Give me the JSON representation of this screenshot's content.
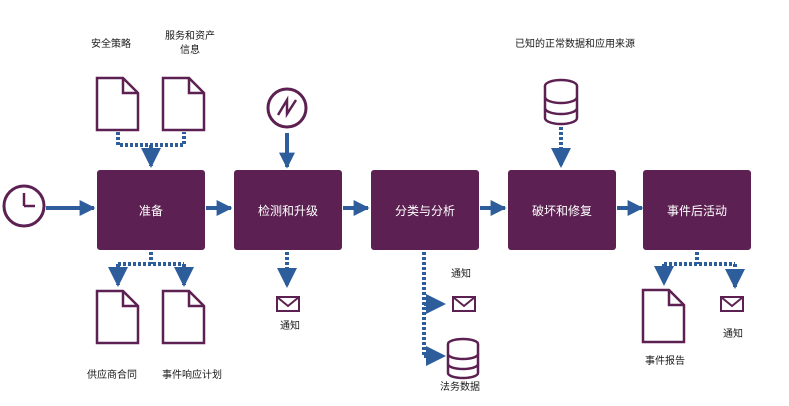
{
  "stages": [
    {
      "id": "prepare",
      "label": "准备"
    },
    {
      "id": "detect",
      "label": "检测和升级"
    },
    {
      "id": "analyze",
      "label": "分类与分析"
    },
    {
      "id": "contain",
      "label": "破坏和修复"
    },
    {
      "id": "post",
      "label": "事件后活动"
    }
  ],
  "inputs": {
    "security_policy": "安全策略",
    "service_assets_line1": "服务和资产",
    "service_assets_line2": "信息",
    "known_normal_data": "已知的正常数据和应用来源"
  },
  "outputs": {
    "supplier_contract": "供应商合同",
    "incident_response_plan": "事件响应计划",
    "notify_detect": "通知",
    "notify_analyze": "通知",
    "forensic_data": "法务数据",
    "incident_report": "事件报告",
    "notify_post": "通知"
  },
  "colors": {
    "stage": "#5c2152",
    "outline": "#5c2152",
    "arrow": "#2d5d9b"
  }
}
